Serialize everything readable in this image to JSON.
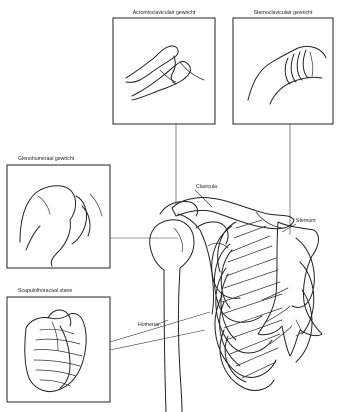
{
  "labels": {
    "acromioclavicular": "Acromioclaviculair gewricht",
    "sternoclavicular": "Sternoclaviculair gewricht",
    "glenohumeral": "Glenohumeraal gewricht",
    "scapulothoracal": "Scapulothoracaal stane",
    "clavicula": "Clavicula",
    "sternum": "Sternum",
    "humerus": "Humerus"
  }
}
